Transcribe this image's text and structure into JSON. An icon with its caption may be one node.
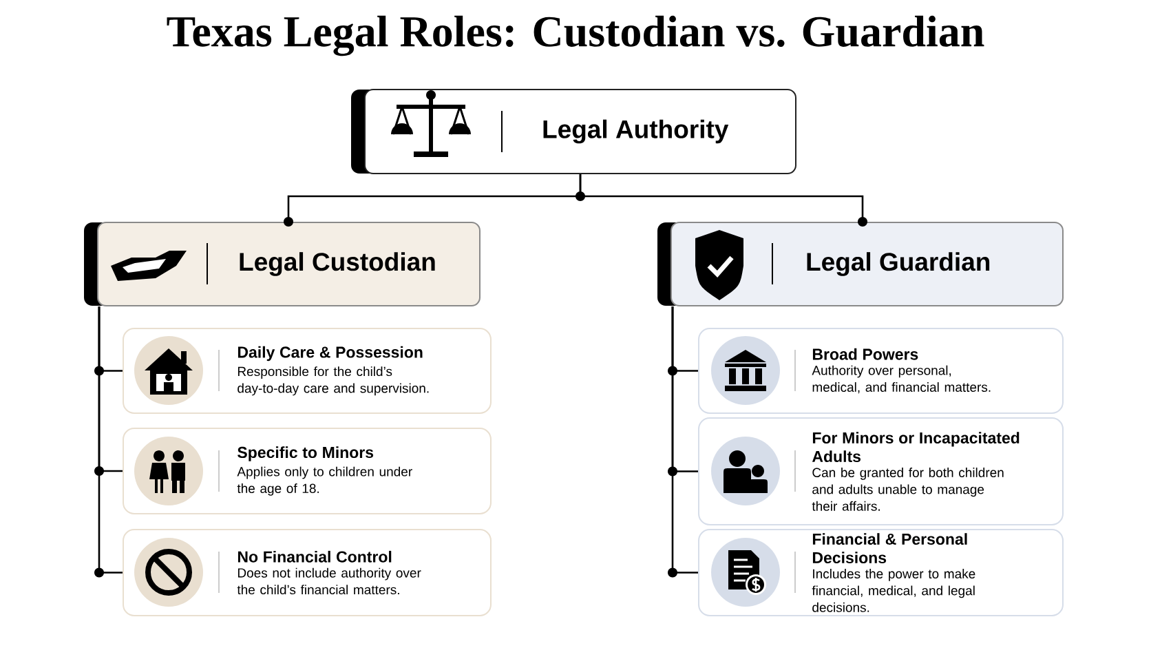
{
  "diagram": {
    "title": "Texas Legal Roles: Custodian vs. Guardian",
    "nodes": [
      {
        "text": [
          "Legal Authority"
        ]
      },
      {
        "text": [
          "Legal Custodian"
        ]
      },
      {
        "text": [
          "Legal Guardian"
        ]
      },
      {
        "text": [
          "Daily Care & Possession",
          "Responsible for the child’s day-to-day care and supervision."
        ]
      },
      {
        "text": [
          "Specific to Minors",
          "Applies only to children under the age of 18."
        ]
      },
      {
        "text": [
          "No Financial Control",
          "Does not include authority over the child’s financial matters."
        ]
      },
      {
        "text": [
          "Broad Powers",
          "Authority over personal, medical, and financial matters."
        ]
      },
      {
        "text": [
          "For Minors or Incapacitated Adults",
          "Can be granted for both children and adults unable to manage their affairs."
        ]
      },
      {
        "text": [
          "Financial & Personal Decisions",
          "Includes the power to make financial, medical, and legal decisions."
        ]
      }
    ],
    "edges": [
      {
        "from": 0,
        "to": 1,
        "arrow": "other"
      },
      {
        "from": 0,
        "to": 2,
        "arrow": "other"
      },
      {
        "from": 1,
        "to": 3,
        "arrow": "none"
      },
      {
        "from": 1,
        "to": 4,
        "arrow": "none"
      },
      {
        "from": 1,
        "to": 5,
        "arrow": "none"
      },
      {
        "from": 2,
        "to": 6,
        "arrow": "none"
      },
      {
        "from": 2,
        "to": 7,
        "arrow": "none"
      },
      {
        "from": 2,
        "to": 8,
        "arrow": "none"
      }
    ]
  }
}
